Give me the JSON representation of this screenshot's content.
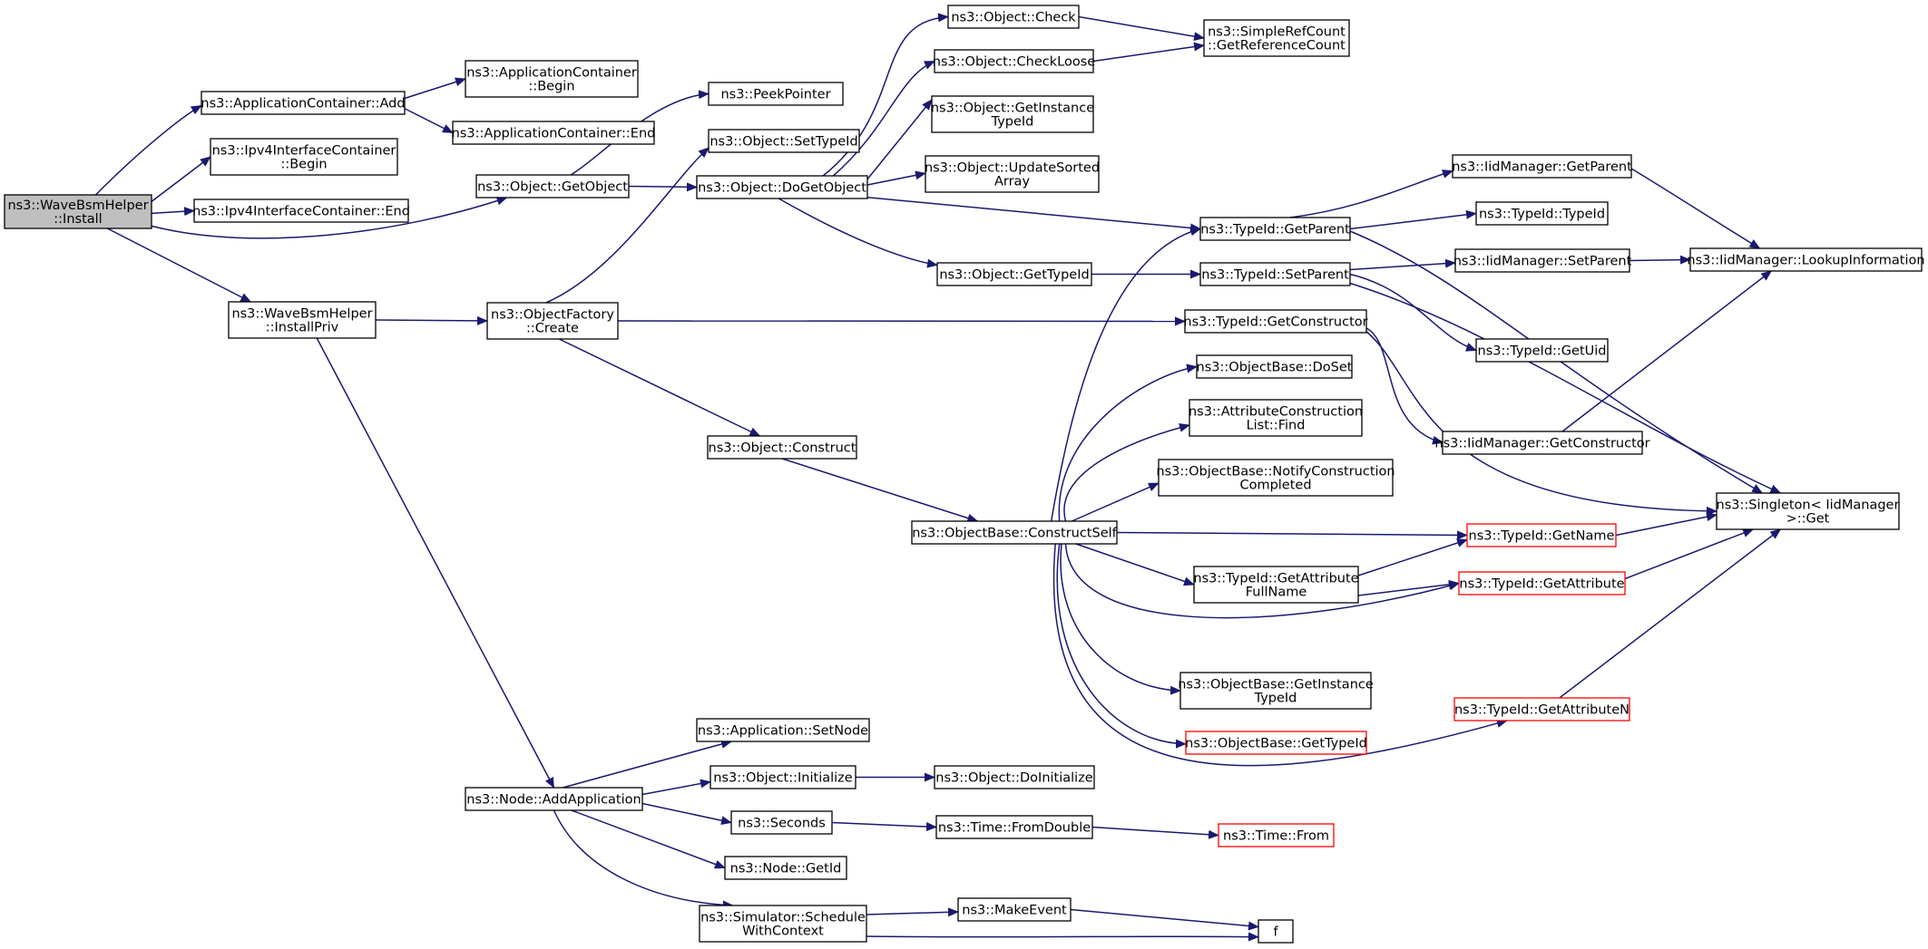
{
  "colors": {
    "edge": "#191970",
    "box_border": "#000000",
    "box_border_truncated": "#ff0000",
    "box_fill": "#ffffff",
    "root_fill": "#bfbfbf",
    "text": "#000000"
  },
  "nodes": [
    {
      "id": "install",
      "lines": [
        "ns3::WaveBsmHelper",
        "::Install"
      ],
      "style": "root"
    },
    {
      "id": "appc_add",
      "lines": [
        "ns3::ApplicationContainer::Add"
      ],
      "style": "normal"
    },
    {
      "id": "appc_begin",
      "lines": [
        "ns3::ApplicationContainer",
        "::Begin"
      ],
      "style": "normal"
    },
    {
      "id": "appc_end",
      "lines": [
        "ns3::ApplicationContainer::End"
      ],
      "style": "normal"
    },
    {
      "id": "ipv4_begin",
      "lines": [
        "ns3::Ipv4InterfaceContainer",
        "::Begin"
      ],
      "style": "normal"
    },
    {
      "id": "ipv4_end",
      "lines": [
        "ns3::Ipv4InterfaceContainer::End"
      ],
      "style": "normal"
    },
    {
      "id": "getobject",
      "lines": [
        "ns3::Object::GetObject"
      ],
      "style": "normal"
    },
    {
      "id": "peekpointer",
      "lines": [
        "ns3::PeekPointer"
      ],
      "style": "normal"
    },
    {
      "id": "settypeid",
      "lines": [
        "ns3::Object::SetTypeId"
      ],
      "style": "normal"
    },
    {
      "id": "dogetobject",
      "lines": [
        "ns3::Object::DoGetObject"
      ],
      "style": "normal"
    },
    {
      "id": "check",
      "lines": [
        "ns3::Object::Check"
      ],
      "style": "normal"
    },
    {
      "id": "checkloose",
      "lines": [
        "ns3::Object::CheckLoose"
      ],
      "style": "normal"
    },
    {
      "id": "simplerefcount",
      "lines": [
        "ns3::SimpleRefCount",
        "::GetReferenceCount"
      ],
      "style": "normal"
    },
    {
      "id": "getinstancetypeid",
      "lines": [
        "ns3::Object::GetInstance",
        "TypeId"
      ],
      "style": "normal"
    },
    {
      "id": "updatesorted",
      "lines": [
        "ns3::Object::UpdateSorted",
        "Array"
      ],
      "style": "normal"
    },
    {
      "id": "obj_gettypeid",
      "lines": [
        "ns3::Object::GetTypeId"
      ],
      "style": "normal"
    },
    {
      "id": "tid_getparent",
      "lines": [
        "ns3::TypeId::GetParent"
      ],
      "style": "normal"
    },
    {
      "id": "tid_setparent",
      "lines": [
        "ns3::TypeId::SetParent"
      ],
      "style": "normal"
    },
    {
      "id": "iid_getparent",
      "lines": [
        "ns3::IidManager::GetParent"
      ],
      "style": "normal"
    },
    {
      "id": "tid_typeid",
      "lines": [
        "ns3::TypeId::TypeId"
      ],
      "style": "normal"
    },
    {
      "id": "iid_setparent",
      "lines": [
        "ns3::IidManager::SetParent"
      ],
      "style": "normal"
    },
    {
      "id": "iid_lookup",
      "lines": [
        "ns3::IidManager::LookupInformation"
      ],
      "style": "normal"
    },
    {
      "id": "tid_getuid",
      "lines": [
        "ns3::TypeId::GetUid"
      ],
      "style": "normal"
    },
    {
      "id": "installpriv",
      "lines": [
        "ns3::WaveBsmHelper",
        "::InstallPriv"
      ],
      "style": "normal"
    },
    {
      "id": "objfactory_create",
      "lines": [
        "ns3::ObjectFactory",
        "::Create"
      ],
      "style": "normal"
    },
    {
      "id": "tid_getconstructor",
      "lines": [
        "ns3::TypeId::GetConstructor"
      ],
      "style": "normal"
    },
    {
      "id": "iid_getconstructor",
      "lines": [
        "ns3::IidManager::GetConstructor"
      ],
      "style": "normal"
    },
    {
      "id": "objbase_doset",
      "lines": [
        "ns3::ObjectBase::DoSet"
      ],
      "style": "normal"
    },
    {
      "id": "attrconstruction_find",
      "lines": [
        "ns3::AttributeConstruction",
        "List::Find"
      ],
      "style": "normal"
    },
    {
      "id": "objbase_notify",
      "lines": [
        "ns3::ObjectBase::NotifyConstruction",
        "Completed"
      ],
      "style": "normal"
    },
    {
      "id": "singleton_get",
      "lines": [
        "ns3::Singleton< IidManager",
        " >::Get"
      ],
      "style": "normal"
    },
    {
      "id": "obj_construct",
      "lines": [
        "ns3::Object::Construct"
      ],
      "style": "normal"
    },
    {
      "id": "objbase_constructself",
      "lines": [
        "ns3::ObjectBase::ConstructSelf"
      ],
      "style": "normal"
    },
    {
      "id": "tid_getname",
      "lines": [
        "ns3::TypeId::GetName"
      ],
      "style": "truncated"
    },
    {
      "id": "tid_getattrfullname",
      "lines": [
        "ns3::TypeId::GetAttribute",
        "FullName"
      ],
      "style": "normal"
    },
    {
      "id": "tid_getattribute",
      "lines": [
        "ns3::TypeId::GetAttribute"
      ],
      "style": "truncated"
    },
    {
      "id": "objbase_getinstancetypeid",
      "lines": [
        "ns3::ObjectBase::GetInstance",
        "TypeId"
      ],
      "style": "normal"
    },
    {
      "id": "objbase_gettypeid",
      "lines": [
        "ns3::ObjectBase::GetTypeId"
      ],
      "style": "truncated"
    },
    {
      "id": "tid_getattributen",
      "lines": [
        "ns3::TypeId::GetAttributeN"
      ],
      "style": "truncated"
    },
    {
      "id": "app_setnode",
      "lines": [
        "ns3::Application::SetNode"
      ],
      "style": "normal"
    },
    {
      "id": "node_addapp",
      "lines": [
        "ns3::Node::AddApplication"
      ],
      "style": "normal"
    },
    {
      "id": "obj_initialize",
      "lines": [
        "ns3::Object::Initialize"
      ],
      "style": "normal"
    },
    {
      "id": "obj_doinitialize",
      "lines": [
        "ns3::Object::DoInitialize"
      ],
      "style": "normal"
    },
    {
      "id": "seconds",
      "lines": [
        "ns3::Seconds"
      ],
      "style": "normal"
    },
    {
      "id": "time_fromdouble",
      "lines": [
        "ns3::Time::FromDouble"
      ],
      "style": "normal"
    },
    {
      "id": "time_from",
      "lines": [
        "ns3::Time::From"
      ],
      "style": "truncated"
    },
    {
      "id": "node_getid",
      "lines": [
        "ns3::Node::GetId"
      ],
      "style": "normal"
    },
    {
      "id": "sim_schedule",
      "lines": [
        "ns3::Simulator::Schedule",
        "WithContext"
      ],
      "style": "normal"
    },
    {
      "id": "makeevent",
      "lines": [
        "ns3::MakeEvent"
      ],
      "style": "normal"
    },
    {
      "id": "f",
      "lines": [
        "f"
      ],
      "style": "normal"
    }
  ],
  "edges": [
    [
      "install",
      "appc_add"
    ],
    [
      "install",
      "ipv4_begin"
    ],
    [
      "install",
      "ipv4_end"
    ],
    [
      "install",
      "getobject"
    ],
    [
      "install",
      "installpriv"
    ],
    [
      "appc_add",
      "appc_begin"
    ],
    [
      "appc_add",
      "appc_end"
    ],
    [
      "getobject",
      "peekpointer"
    ],
    [
      "getobject",
      "dogetobject"
    ],
    [
      "dogetobject",
      "check"
    ],
    [
      "dogetobject",
      "checkloose"
    ],
    [
      "dogetobject",
      "getinstancetypeid"
    ],
    [
      "dogetobject",
      "updatesorted"
    ],
    [
      "dogetobject",
      "obj_gettypeid"
    ],
    [
      "dogetobject",
      "tid_getparent"
    ],
    [
      "check",
      "simplerefcount"
    ],
    [
      "checkloose",
      "simplerefcount"
    ],
    [
      "obj_gettypeid",
      "tid_setparent"
    ],
    [
      "tid_getparent",
      "iid_getparent"
    ],
    [
      "tid_getparent",
      "tid_typeid"
    ],
    [
      "tid_getparent",
      "singleton_get"
    ],
    [
      "iid_getparent",
      "iid_lookup"
    ],
    [
      "tid_setparent",
      "iid_setparent"
    ],
    [
      "tid_setparent",
      "tid_getuid"
    ],
    [
      "tid_setparent",
      "singleton_get"
    ],
    [
      "iid_setparent",
      "iid_lookup"
    ],
    [
      "installpriv",
      "objfactory_create"
    ],
    [
      "installpriv",
      "node_addapp"
    ],
    [
      "objfactory_create",
      "settypeid"
    ],
    [
      "objfactory_create",
      "tid_getconstructor"
    ],
    [
      "objfactory_create",
      "obj_construct"
    ],
    [
      "tid_getconstructor",
      "iid_getconstructor"
    ],
    [
      "tid_getconstructor",
      "singleton_get"
    ],
    [
      "iid_getconstructor",
      "iid_lookup"
    ],
    [
      "obj_construct",
      "objbase_constructself"
    ],
    [
      "objbase_constructself",
      "tid_getparent"
    ],
    [
      "objbase_constructself",
      "objbase_doset"
    ],
    [
      "objbase_constructself",
      "attrconstruction_find"
    ],
    [
      "objbase_constructself",
      "objbase_notify"
    ],
    [
      "objbase_constructself",
      "tid_getname"
    ],
    [
      "objbase_constructself",
      "tid_getattrfullname"
    ],
    [
      "objbase_constructself",
      "tid_getattribute"
    ],
    [
      "objbase_constructself",
      "objbase_getinstancetypeid"
    ],
    [
      "objbase_constructself",
      "objbase_gettypeid"
    ],
    [
      "objbase_constructself",
      "tid_getattributen"
    ],
    [
      "tid_getattrfullname",
      "tid_getname"
    ],
    [
      "tid_getattrfullname",
      "tid_getattribute"
    ],
    [
      "tid_getname",
      "singleton_get"
    ],
    [
      "tid_getattribute",
      "singleton_get"
    ],
    [
      "tid_getattributen",
      "singleton_get"
    ],
    [
      "node_addapp",
      "app_setnode"
    ],
    [
      "node_addapp",
      "obj_initialize"
    ],
    [
      "node_addapp",
      "seconds"
    ],
    [
      "node_addapp",
      "node_getid"
    ],
    [
      "node_addapp",
      "sim_schedule"
    ],
    [
      "obj_initialize",
      "obj_doinitialize"
    ],
    [
      "seconds",
      "time_fromdouble"
    ],
    [
      "time_fromdouble",
      "time_from"
    ],
    [
      "sim_schedule",
      "makeevent"
    ],
    [
      "sim_schedule",
      "f"
    ],
    [
      "makeevent",
      "f"
    ]
  ]
}
